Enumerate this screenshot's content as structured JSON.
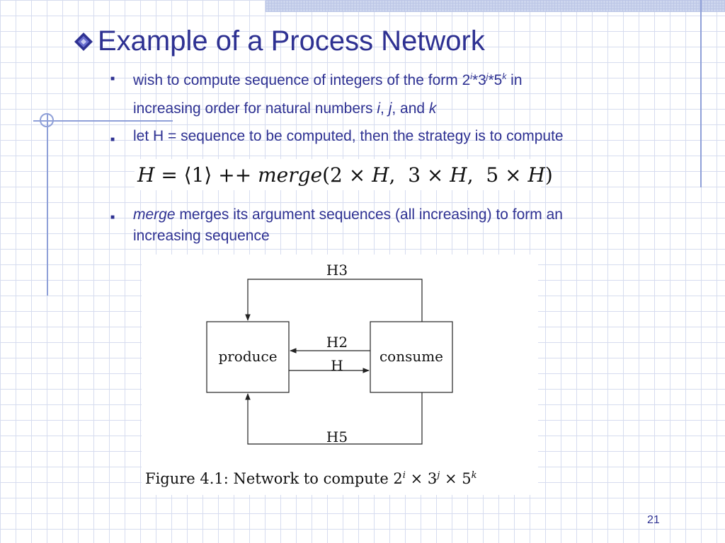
{
  "title": "Example of a Process Network",
  "bullets": [
    {
      "line1_prefix": "wish to compute sequence of integers of the form 2",
      "exp_i": "i",
      "star1": "*3",
      "exp_j": "j",
      "star2": "*5",
      "exp_k": "k",
      "line1_suffix": " in",
      "line2_prefix": "increasing order for natural numbers ",
      "var_i": "i",
      "comma1": ", ",
      "var_j": "j",
      "and_text": ", and ",
      "var_k": "k"
    },
    {
      "text": "let H = sequence to be computed, then the strategy is to compute"
    },
    {
      "italic": "merge",
      "line1_rest": " merges its argument sequences (all increasing) to form an",
      "line2": "increasing sequence"
    }
  ],
  "formula": {
    "lhs": "H",
    "eq": " = ⟨1⟩ ++ ",
    "fn": "merge",
    "args": "(2 × ",
    "h1": "H",
    "a2": ",  3 × ",
    "h2": "H",
    "a3": ",  5 × ",
    "h3": "H",
    "close": ")"
  },
  "figure": {
    "produce_label": "produce",
    "consume_label": "consume",
    "h3_label": "H3",
    "h2_label": "H2",
    "h_label": "H",
    "h5_label": "H5",
    "caption_prefix": "Figure 4.1: Network to compute 2",
    "cap_exp_i": "i",
    "cap_mid1": " × 3",
    "cap_exp_j": "j",
    "cap_mid2": " × 5",
    "cap_exp_k": "k"
  },
  "page_number": "21",
  "colors": {
    "accent": "#2e3192",
    "grid": "#d6dcef",
    "rule": "#8fa0d8"
  }
}
